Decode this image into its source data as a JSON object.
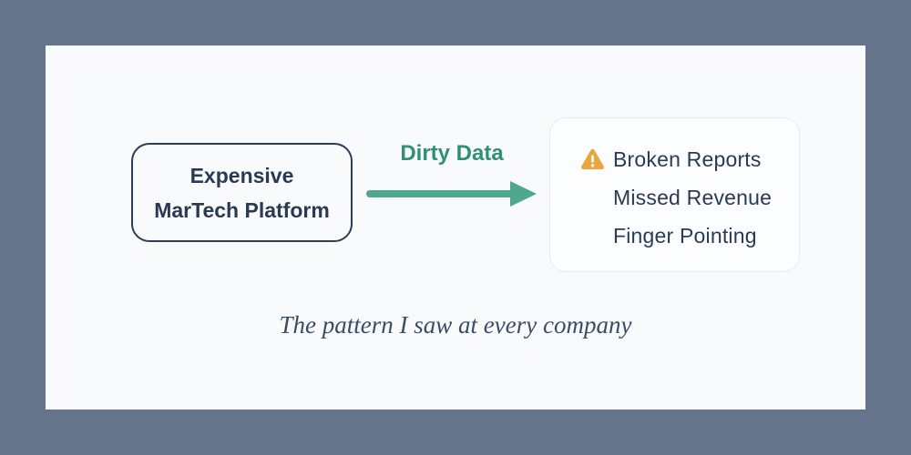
{
  "colors": {
    "outer_bg": "#65748b",
    "card_bg": "#f8fafc",
    "node_border": "#2e3c55",
    "text_dark": "#2b3a54",
    "arrow_green": "#4ea98c",
    "label_green": "#2e9173",
    "warning_amber": "#e9a83f",
    "result_border": "#e7eaf0",
    "result_bg": "#fcfdfe",
    "caption_color": "#3b4c66"
  },
  "diagram": {
    "source_node": {
      "lines": [
        "Expensive",
        "MarTech Platform"
      ]
    },
    "arrow_label": "Dirty Data",
    "result_node": {
      "icon": "warning-triangle-icon",
      "items": [
        "Broken Reports",
        "Missed Revenue",
        "Finger Pointing"
      ]
    },
    "caption": "The pattern I saw at every company"
  }
}
